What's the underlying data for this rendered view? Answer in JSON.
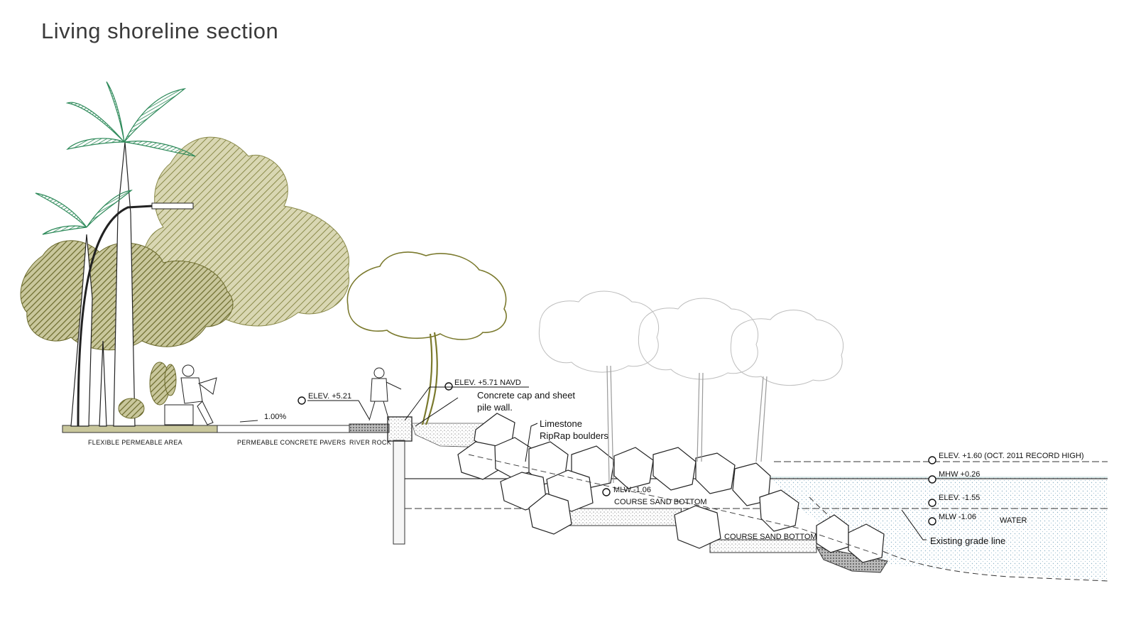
{
  "title": "Living shoreline section",
  "ground_labels": {
    "flexible": "FLEXIBLE PERMEABLE AREA",
    "pavers": "PERMEABLE CONCRETE PAVERS",
    "river_rock": "RIVER ROCK",
    "slope": "1.00%"
  },
  "elevations": {
    "elev_521": "ELEV. +5.21",
    "elev_571": "ELEV. +5.71  NAVD",
    "elev_160": "ELEV. +1.60  (OCT. 2011 RECORD HIGH)",
    "mhw": "MHW +0.26",
    "elev_155": "ELEV. -1.55",
    "mlw_right": "MLW -1.06",
    "mlw_left": "MLW -1.06"
  },
  "annotations": {
    "cap_line1": "Concrete cap and sheet",
    "cap_line2": "pile wall.",
    "riprap_line1": "Limestone",
    "riprap_line2": "RipRap boulders",
    "sand1": "COURSE SAND BOTTOM",
    "sand2": "COURSE SAND BOTTOM",
    "water": "WATER",
    "grade": "Existing grade line"
  },
  "colors": {
    "foliage_dark": "#6b6a2c",
    "foliage_mid": "#8a8a4a",
    "palm": "#2e8a5a",
    "shrub": "#7b7a2e",
    "water_dots": "#8fb4c8",
    "line": "#222222"
  }
}
